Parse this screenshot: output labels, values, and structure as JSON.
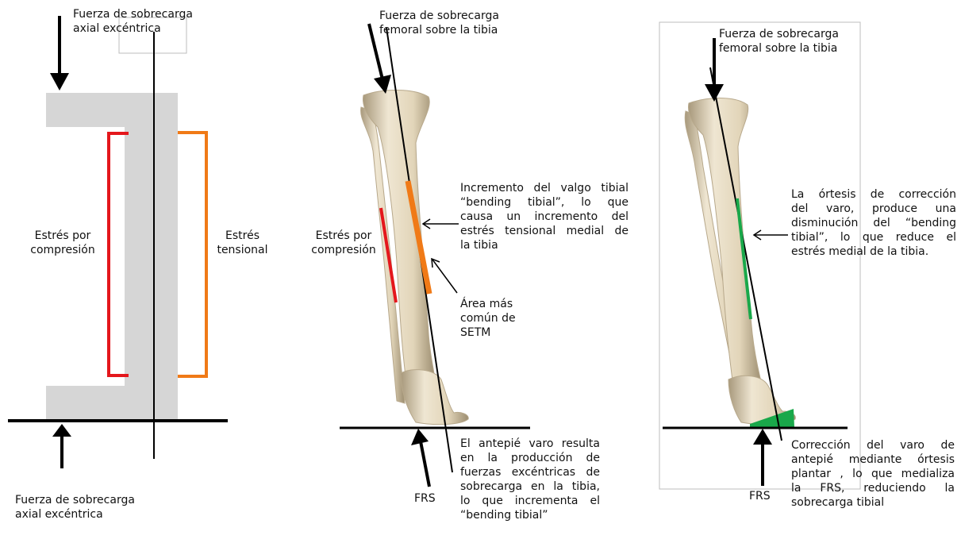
{
  "colors": {
    "beam": "#d6d6d6",
    "compression": "#e4171c",
    "tension": "#f07a17",
    "correction": "#19a84a",
    "bone": "#e8dcc4",
    "bone_shade": "#b7a88b",
    "line": "#000000"
  },
  "panel1": {
    "top_force": [
      "Fuerza de sobrecarga",
      "axial excéntrica"
    ],
    "compression": [
      "Estrés por",
      "compresión"
    ],
    "tension": [
      "Estrés",
      "tensional"
    ],
    "bottom_force": [
      "Fuerza de sobrecarga",
      "axial excéntrica"
    ]
  },
  "panel2": {
    "top_force": [
      "Fuerza de sobrecarga",
      "femoral sobre la tibia"
    ],
    "compression": [
      "Estrés por",
      "compresión"
    ],
    "valgus": [
      "Incremento del valgo tibial",
      "“bending tibial”, lo que",
      "causa un incremento del",
      "estrés tensional medial de",
      "la tibia"
    ],
    "area": [
      "Área más",
      "común de",
      "SETM"
    ],
    "frs": "FRS",
    "forefoot": [
      "El antepié varo resulta",
      "en la producción de",
      "fuerzas excéntricas de",
      "sobrecarga en la tibia,",
      "lo que incrementa el",
      "“bending tibial”"
    ]
  },
  "panel3": {
    "top_force": [
      "Fuerza de sobrecarga",
      "femoral sobre la tibia"
    ],
    "orthosis": [
      "La órtesis de corrección",
      "del varo, produce una",
      "disminución del “bending",
      "tibial”, lo que  reduce el",
      "estrés medial de la tibia."
    ],
    "frs": "FRS",
    "correction": [
      "Corrección del varo de",
      "antepié mediante órtesis",
      "plantar , lo que medializa",
      "la FRS, reduciendo la",
      "sobrecarga tibial"
    ]
  }
}
